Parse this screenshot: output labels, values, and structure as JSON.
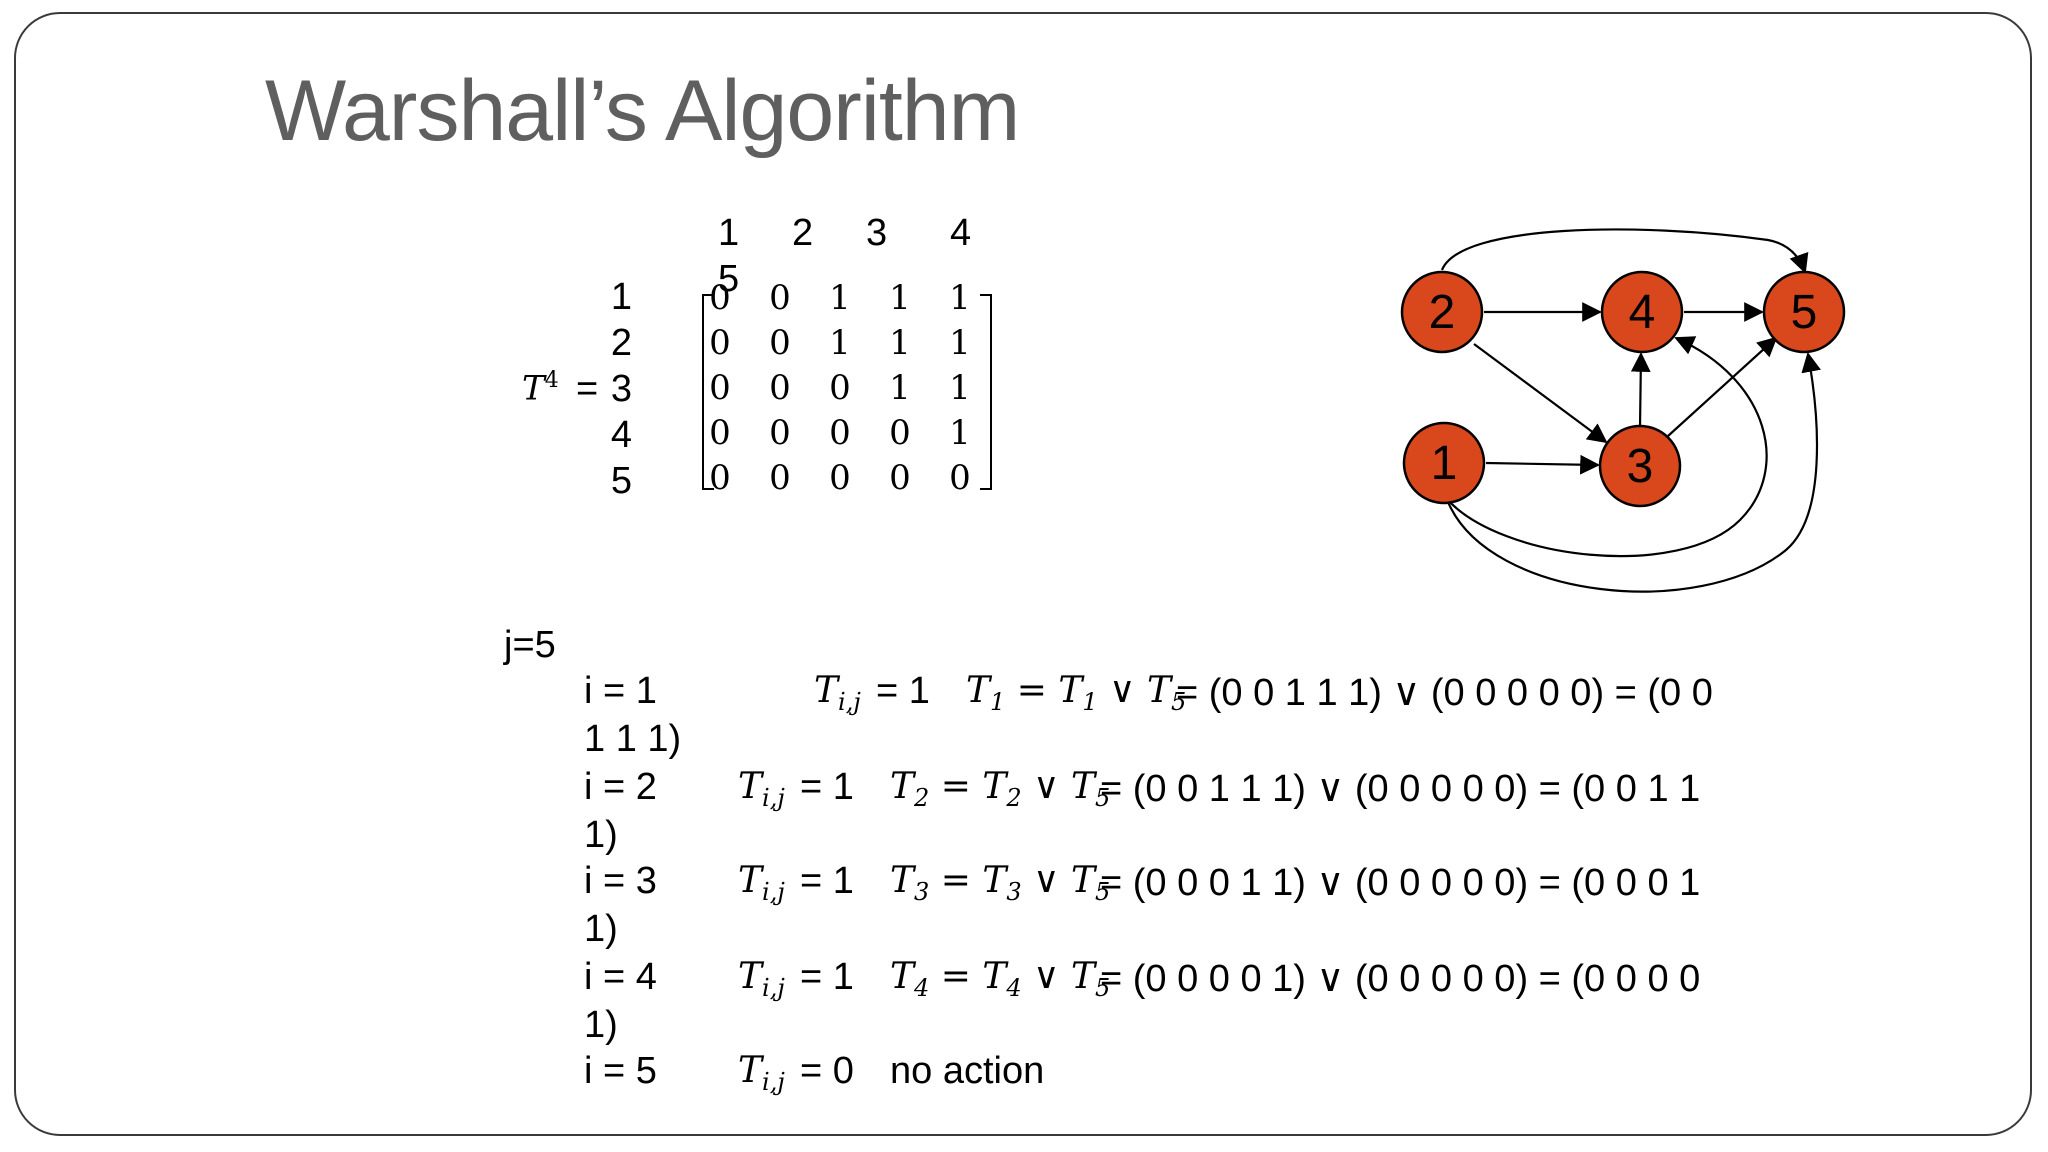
{
  "slide": {
    "title": "Warshall’s Algorithm"
  },
  "matrix": {
    "label": "T",
    "superscript": "4",
    "equals": "=",
    "column_headers": [
      "1",
      "2",
      "3",
      "4",
      "5"
    ],
    "row_labels": [
      "1",
      "2",
      "3",
      "4",
      "5"
    ],
    "rows": [
      [
        "0",
        "0",
        "1",
        "1",
        "1"
      ],
      [
        "0",
        "0",
        "1",
        "1",
        "1"
      ],
      [
        "0",
        "0",
        "0",
        "1",
        "1"
      ],
      [
        "0",
        "0",
        "0",
        "0",
        "1"
      ],
      [
        "0",
        "0",
        "0",
        "0",
        "0"
      ]
    ]
  },
  "graph": {
    "node_color": "#d9481c",
    "nodes": [
      {
        "id": "1",
        "label": "1"
      },
      {
        "id": "2",
        "label": "2"
      },
      {
        "id": "3",
        "label": "3"
      },
      {
        "id": "4",
        "label": "4"
      },
      {
        "id": "5",
        "label": "5"
      }
    ],
    "edges": [
      {
        "from": "2",
        "to": "4"
      },
      {
        "from": "4",
        "to": "5"
      },
      {
        "from": "2",
        "to": "3"
      },
      {
        "from": "1",
        "to": "3"
      },
      {
        "from": "3",
        "to": "4"
      },
      {
        "from": "3",
        "to": "5"
      },
      {
        "from": "2",
        "to": "5"
      },
      {
        "from": "1",
        "to": "4"
      },
      {
        "from": "1",
        "to": "5"
      }
    ]
  },
  "steps": {
    "header": "j=5",
    "items": [
      {
        "i_label": "i = 1",
        "tij": "T",
        "tij_sub": "i,j",
        "tij_value": "= 1",
        "lhs": "T",
        "lhs_sub": "1",
        "eq": "=",
        "rhs1": "T",
        "rhs1_sub": "1",
        "or": "∨",
        "rhs2": "T",
        "rhs2_sub": "5",
        "expr": "= (0 0 1 1 1) ∨ (0 0 0 0 0) = (0 0",
        "wrap": "1 1 1)"
      },
      {
        "i_label": "i = 2",
        "tij": "T",
        "tij_sub": "i,j",
        "tij_value": "= 1",
        "lhs": "T",
        "lhs_sub": "2",
        "eq": "=",
        "rhs1": "T",
        "rhs1_sub": "2",
        "or": "∨",
        "rhs2": "T",
        "rhs2_sub": "5",
        "expr": "= (0 0 1 1 1) ∨ (0 0 0 0 0) = (0 0 1 1",
        "wrap": "1)"
      },
      {
        "i_label": "i = 3",
        "tij": "T",
        "tij_sub": "i,j",
        "tij_value": "= 1",
        "lhs": "T",
        "lhs_sub": "3",
        "eq": "=",
        "rhs1": "T",
        "rhs1_sub": "3",
        "or": "∨",
        "rhs2": "T",
        "rhs2_sub": "5",
        "expr": "= (0 0 0 1 1) ∨ (0 0 0 0 0) = (0 0 0 1",
        "wrap": "1)"
      },
      {
        "i_label": "i = 4",
        "tij": "T",
        "tij_sub": "i,j",
        "tij_value": "= 1",
        "lhs": "T",
        "lhs_sub": "4",
        "eq": "=",
        "rhs1": "T",
        "rhs1_sub": "4",
        "or": "∨",
        "rhs2": "T",
        "rhs2_sub": "5",
        "expr": "= (0 0 0 0 1) ∨ (0 0 0 0 0) = (0 0 0 0",
        "wrap": "1)"
      },
      {
        "i_label": "i = 5",
        "tij": "T",
        "tij_sub": "i,j",
        "tij_value": "= 0",
        "expr": "no action"
      }
    ]
  }
}
